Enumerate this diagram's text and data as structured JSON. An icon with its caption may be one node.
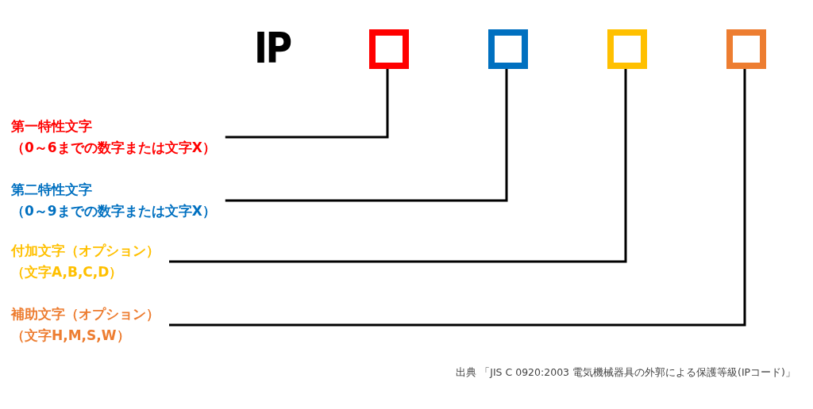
{
  "diagram": {
    "nodes": [
      {
        "text": [],
        "shape": "box"
      },
      {
        "text": [],
        "shape": "box"
      },
      {
        "text": [],
        "shape": "box"
      },
      {
        "text": [],
        "shape": "box"
      },
      {
        "text": [
          "第一特性文字",
          "（0～6までの数字または文字X）"
        ]
      },
      {
        "text": [
          "第二特性文字",
          "（0～9までの数字または文字X）"
        ]
      },
      {
        "text": [
          "付加文字（オプション）",
          "（文字A,B,C,D）"
        ]
      },
      {
        "text": [
          "補助文字（オプション）",
          "（文字H,M,S,W）"
        ]
      }
    ],
    "edges": [
      {
        "from": 4,
        "to": 0,
        "arrow": "none"
      },
      {
        "from": 5,
        "to": 1,
        "arrow": "none"
      },
      {
        "from": 6,
        "to": 2,
        "arrow": "none"
      },
      {
        "from": 7,
        "to": 3,
        "arrow": "none"
      }
    ],
    "labels": [
      "IP",
      "出典 「JIS C 0920:2003 電気機械器具の外郭による保護等級(IPコード)」"
    ]
  }
}
